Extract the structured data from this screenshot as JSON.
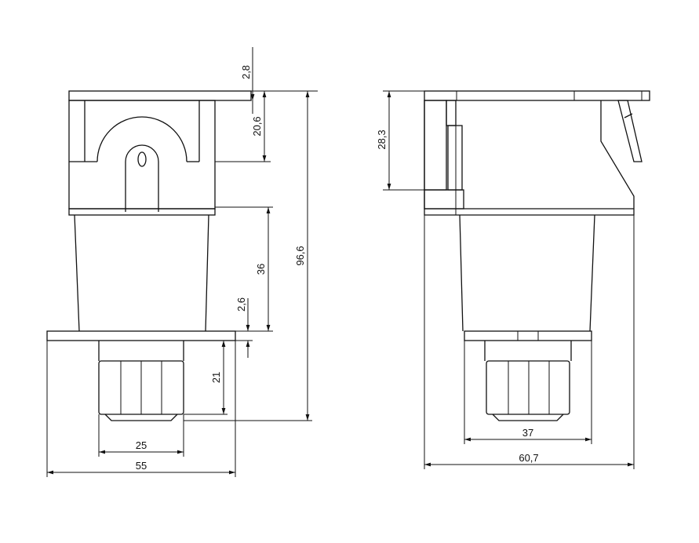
{
  "front_view": {
    "dim_top_gap": "2,8",
    "dim_head_height": "20,6",
    "dim_body_height": "36",
    "dim_flange": "2,6",
    "dim_nut_height": "21",
    "dim_total_height": "96,6",
    "dim_nut_width": "25",
    "dim_flange_width": "55"
  },
  "side_view": {
    "dim_head_height": "28,3",
    "dim_nut_width": "37",
    "dim_total_width": "60,7"
  }
}
